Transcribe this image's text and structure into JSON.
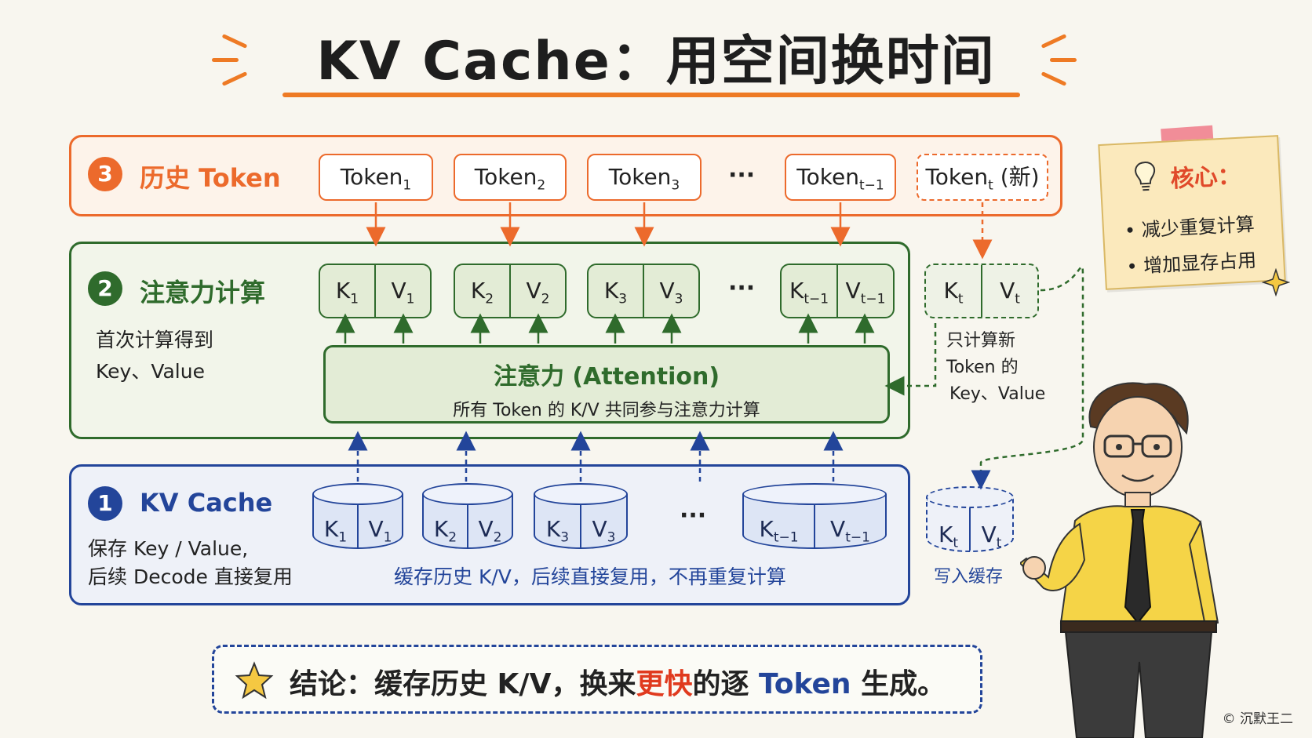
{
  "title": "KV Cache：用空间换时间",
  "colors": {
    "orange": "#ec6a2c",
    "green": "#2f6b2c",
    "blue": "#23459a",
    "red": "#e03a1e"
  },
  "history": {
    "number": "3",
    "title": "历史 Token",
    "tokens": [
      {
        "base": "Token",
        "sub": "1",
        "suffix": ""
      },
      {
        "base": "Token",
        "sub": "2",
        "suffix": ""
      },
      {
        "base": "Token",
        "sub": "3",
        "suffix": ""
      },
      {
        "base": "Token",
        "sub": "t−1",
        "suffix": ""
      },
      {
        "base": "Token",
        "sub": "t",
        "suffix": " (新)"
      }
    ],
    "ellipsis": "···"
  },
  "attention": {
    "number": "2",
    "title": "注意力计算",
    "desc_line1": "首次计算得到",
    "desc_line2": "Key、Value",
    "kv_pairs": [
      {
        "k": "K",
        "v": "V",
        "sub": "1"
      },
      {
        "k": "K",
        "v": "V",
        "sub": "2"
      },
      {
        "k": "K",
        "v": "V",
        "sub": "3"
      },
      {
        "k": "K",
        "v": "V",
        "sub": "t−1"
      },
      {
        "k": "K",
        "v": "V",
        "sub": "t"
      }
    ],
    "ellipsis": "···",
    "box_title": "注意力 (Attention)",
    "box_subtitle": "所有 Token 的 K/V 共同参与注意力计算",
    "side_note_line1": "只计算新",
    "side_note_line2": "Token 的",
    "side_note_line3": "Key、Value"
  },
  "cache": {
    "number": "1",
    "title": "KV Cache",
    "desc_line1": "保存 Key / Value,",
    "desc_line2": "后续 Decode 直接复用",
    "cylinders": [
      {
        "k": "K",
        "v": "V",
        "sub": "1"
      },
      {
        "k": "K",
        "v": "V",
        "sub": "2"
      },
      {
        "k": "K",
        "v": "V",
        "sub": "3"
      },
      {
        "k": "K",
        "v": "V",
        "sub": "t−1"
      },
      {
        "k": "K",
        "v": "V",
        "sub": "t"
      }
    ],
    "ellipsis": "···",
    "caption": "缓存历史 K/V，后续直接复用，不再重复计算",
    "write_label": "写入缓存"
  },
  "note": {
    "icon": "lightbulb-icon",
    "title": "核心：",
    "items": [
      "减少重复计算",
      "增加显存占用"
    ]
  },
  "conclusion": {
    "icon": "star-icon",
    "part1": "结论：缓存历史 K/V，换来",
    "highlight1": "更快",
    "part2": "的逐 ",
    "highlight2": "Token",
    "part3": " 生成。"
  },
  "copyright": "© 沉默王二"
}
